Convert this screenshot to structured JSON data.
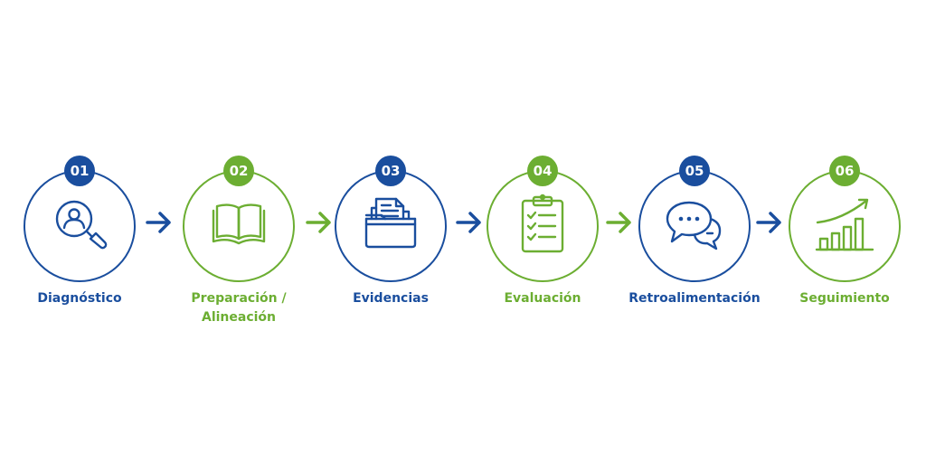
{
  "colors": {
    "blue": "#1a4e9e",
    "green": "#6cae32"
  },
  "steps": [
    {
      "number": "01",
      "label": "Diagnóstico",
      "icon": "magnifier-user-icon",
      "color": "blue"
    },
    {
      "number": "02",
      "label": "Preparación /\nAlineación",
      "icon": "open-book-icon",
      "color": "green"
    },
    {
      "number": "03",
      "label": "Evidencias",
      "icon": "folder-documents-icon",
      "color": "blue"
    },
    {
      "number": "04",
      "label": "Evaluación",
      "icon": "clipboard-checklist-icon",
      "color": "green"
    },
    {
      "number": "05",
      "label": "Retroalimentación",
      "icon": "chat-bubbles-icon",
      "color": "blue"
    },
    {
      "number": "06",
      "label": "Seguimiento",
      "icon": "growth-chart-icon",
      "color": "green"
    }
  ],
  "arrows": [
    {
      "color": "blue"
    },
    {
      "color": "green"
    },
    {
      "color": "blue"
    },
    {
      "color": "green"
    },
    {
      "color": "blue"
    }
  ]
}
